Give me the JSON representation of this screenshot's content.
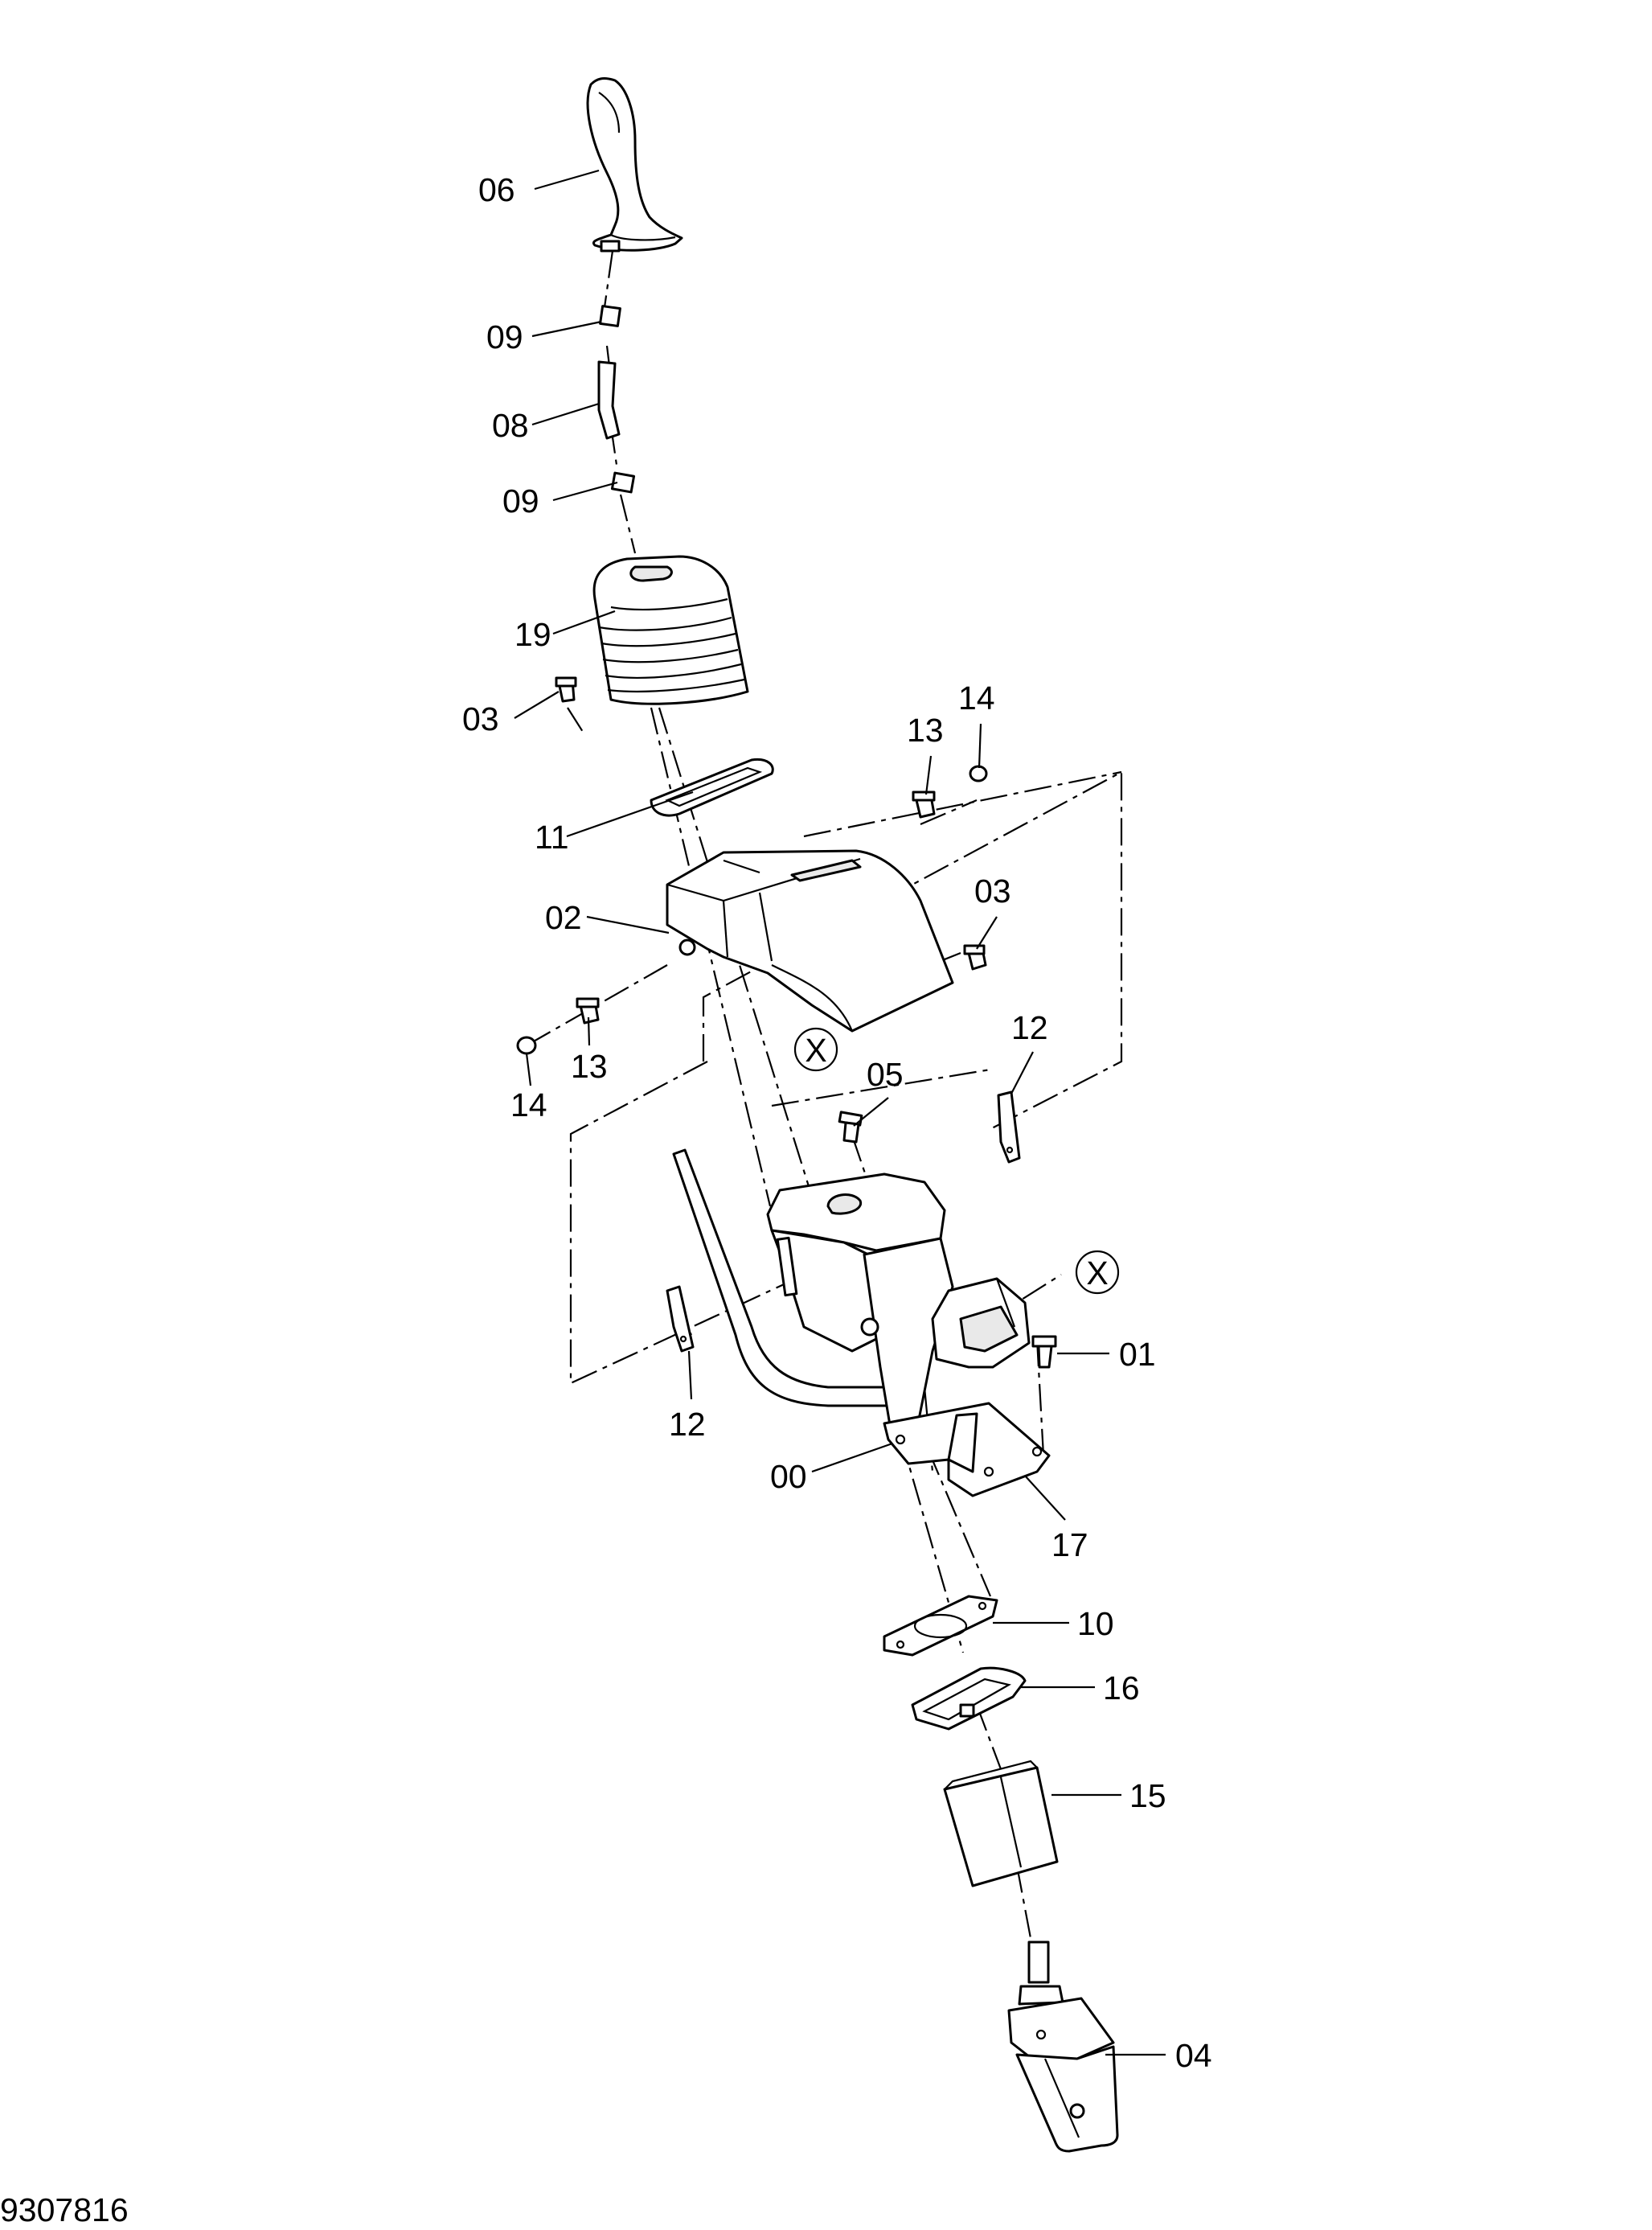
{
  "diagram": {
    "document_id": "9307816",
    "callouts": [
      {
        "id": "06",
        "label": "06"
      },
      {
        "id": "09a",
        "label": "09"
      },
      {
        "id": "08",
        "label": "08"
      },
      {
        "id": "09b",
        "label": "09"
      },
      {
        "id": "19",
        "label": "19"
      },
      {
        "id": "03a",
        "label": "03"
      },
      {
        "id": "13a",
        "label": "13"
      },
      {
        "id": "14a",
        "label": "14"
      },
      {
        "id": "11",
        "label": "11"
      },
      {
        "id": "02",
        "label": "02"
      },
      {
        "id": "03b",
        "label": "03"
      },
      {
        "id": "13b",
        "label": "13"
      },
      {
        "id": "14b",
        "label": "14"
      },
      {
        "id": "12a",
        "label": "12"
      },
      {
        "id": "05",
        "label": "05"
      },
      {
        "id": "01",
        "label": "01"
      },
      {
        "id": "12b",
        "label": "12"
      },
      {
        "id": "00",
        "label": "00"
      },
      {
        "id": "17",
        "label": "17"
      },
      {
        "id": "10",
        "label": "10"
      },
      {
        "id": "16",
        "label": "16"
      },
      {
        "id": "15",
        "label": "15"
      },
      {
        "id": "04",
        "label": "04"
      }
    ],
    "reference_markers": [
      {
        "id": "xa",
        "label": "X"
      },
      {
        "id": "xb",
        "label": "X"
      }
    ]
  }
}
